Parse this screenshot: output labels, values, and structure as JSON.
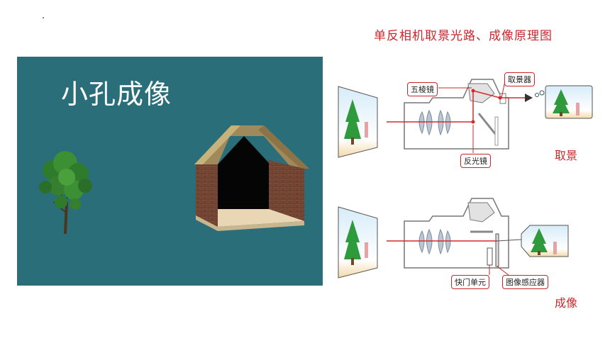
{
  "pinhole": {
    "title": "小孔成像"
  },
  "slr": {
    "title": "单反相机取景光路、成像原理图",
    "viewfinder_diagram": {
      "label_pentaprism": "五棱镜",
      "label_viewfinder": "取景器",
      "label_mirror": "反光镜",
      "caption": "取景"
    },
    "imaging_diagram": {
      "label_shutter": "快门单元",
      "label_sensor": "图像感应器",
      "caption": "成像"
    }
  },
  "colors": {
    "teal_bg": "#2a6e79",
    "accent_red": "#c8282b",
    "tree_green": "#2e9a3c"
  }
}
